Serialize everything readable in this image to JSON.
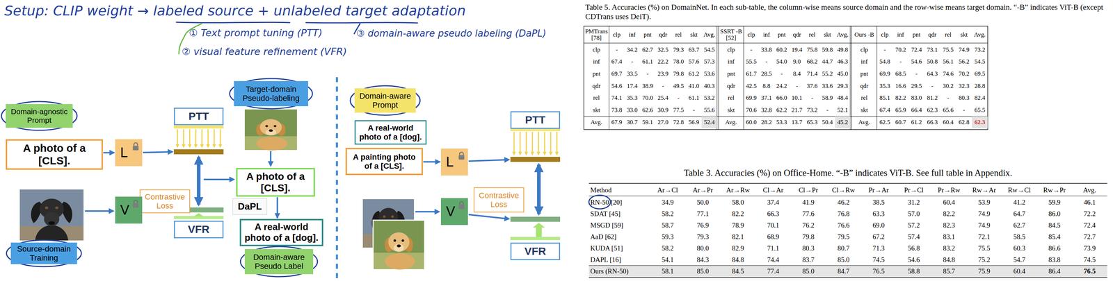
{
  "diagram": {
    "title": "Setup: CLIP weight → labeled source + unlabeled target adaptation",
    "nodes": [
      {
        "text": [
          "Domain-agnostic Prompt"
        ]
      },
      {
        "text": [
          "A photo of a [CLS]."
        ]
      },
      {
        "text": [
          "L"
        ]
      },
      {
        "text": [
          "PTT"
        ]
      },
      {
        "text": [
          "Contrastive Loss"
        ]
      },
      {
        "text": [
          "V"
        ]
      },
      {
        "text": [
          "VFR"
        ]
      },
      {
        "text": [
          "Source-domain Training"
        ]
      },
      {
        "text": [
          "Target-domain Pseudo-labeling"
        ]
      },
      {
        "text": [
          "A photo of a [CLS]."
        ]
      },
      {
        "text": [
          "DaPL"
        ]
      },
      {
        "text": [
          "A real-world photo of a [dog]."
        ]
      },
      {
        "text": [
          "Domain-aware Pseudo Label"
        ]
      },
      {
        "text": [
          "Domain-aware Prompt"
        ]
      },
      {
        "text": [
          "A real-world photo of a [dog]."
        ]
      },
      {
        "text": [
          "A painting photo of a [CLS]."
        ]
      },
      {
        "text": [
          "L"
        ]
      },
      {
        "text": [
          "PTT"
        ]
      },
      {
        "text": [
          "Contrastive Loss"
        ]
      },
      {
        "text": [
          "V"
        ]
      },
      {
        "text": [
          "VFR"
        ]
      }
    ],
    "edges": [
      {
        "from": 1,
        "to": 2,
        "arrow": "to"
      },
      {
        "from": 9,
        "to": 11,
        "arrow": "to"
      },
      {
        "from": 15,
        "to": 16,
        "arrow": "to"
      }
    ],
    "labels": [
      "① Text prompt tuning (PTT)",
      "② visual feature refinement (VFR)",
      "③ domain-aware pseudo labeling (DaPL)",
      "Table 5. Accuracies (%) on DomainNet. In each sub-table, the column-wise means source domain and the row-wise means target domain. “-B” indicates ViT-B (except CDTrans uses DeiT).",
      "PMTrans [78]",
      "clp",
      "inf",
      "pnt",
      "qdr",
      "rel",
      "skt",
      "Avg.",
      "clp",
      "-",
      "34.2",
      "62.7",
      "32.5",
      "79.3",
      "63.7",
      "54.5",
      "inf",
      "67.4",
      "-",
      "61.1",
      "22.2",
      "78.0",
      "57.6",
      "57.3",
      "pnt",
      "69.7",
      "33.5",
      "-",
      "23.9",
      "79.8",
      "61.2",
      "53.6",
      "qdr",
      "54.6",
      "17.4",
      "38.9",
      "-",
      "49.5",
      "41.0",
      "40.3",
      "rel",
      "74.1",
      "35.3",
      "70.0",
      "25.4",
      "-",
      "61.1",
      "53.2",
      "skt",
      "73.8",
      "33.0",
      "62.6",
      "30.9",
      "77.5",
      "-",
      "55.6",
      "Avg.",
      "67.9",
      "30.7",
      "59.1",
      "27.0",
      "72.8",
      "56.9",
      "52.4",
      "SSRT -B [52]",
      "clp",
      "inf",
      "pnt",
      "qdr",
      "rel",
      "skt",
      "Avg.",
      "clp",
      "-",
      "33.8",
      "60.2",
      "19.4",
      "75.8",
      "59.8",
      "49.8",
      "inf",
      "55.5",
      "-",
      "54.0",
      "9.0",
      "68.2",
      "44.7",
      "46.3",
      "pnt",
      "61.7",
      "28.5",
      "-",
      "8.4",
      "71.4",
      "55.2",
      "45.0",
      "qdr",
      "42.5",
      "8.8",
      "24.2",
      "-",
      "37.6",
      "33.6",
      "29.3",
      "rel",
      "69.9",
      "37.1",
      "66.0",
      "10.1",
      "-",
      "58.9",
      "48.4",
      "skt",
      "70.6",
      "32.8",
      "62.2",
      "21.7",
      "73.2",
      "-",
      "52.1",
      "Avg.",
      "60.0",
      "28.2",
      "53.3",
      "13.7",
      "65.3",
      "50.4",
      "45.2",
      "Ours -B",
      "clp",
      "inf",
      "pnt",
      "qdr",
      "rel",
      "skt",
      "Avg.",
      "clp",
      "-",
      "70.2",
      "72.4",
      "73.1",
      "75.5",
      "74.9",
      "73.2",
      "inf",
      "54.8",
      "-",
      "54.6",
      "50.8",
      "56.1",
      "56.2",
      "54.5",
      "pnt",
      "69.9",
      "68.5",
      "-",
      "64.3",
      "74.6",
      "70.2",
      "69.5",
      "qdr",
      "35.3",
      "16.6",
      "29.5",
      "-",
      "30.2",
      "32.3",
      "28.8",
      "rel",
      "85.1",
      "82.2",
      "83.0",
      "81.2",
      "-",
      "80.3",
      "82.4",
      "skt",
      "67.4",
      "65.9",
      "66.4",
      "62.3",
      "65.6",
      "-",
      "65.5",
      "Avg.",
      "62.5",
      "60.7",
      "61.2",
      "66.3",
      "60.4",
      "62.8",
      "62.3",
      "Table 3. Accuracies (%) on Office-Home. “-B” indicates ViT-B. See full table in Appendix.",
      "Method",
      "Ar→Cl",
      "Ar→Pr",
      "Ar→Rw",
      "Cl→Ar",
      "Cl→Pr",
      "Cl→Rw",
      "Pr→Ar",
      "Pr→Cl",
      "Pr→Rw",
      "Rw→Ar",
      "Rw→Cl",
      "Rw→Pr",
      "Avg.",
      "RN-50 [20]",
      "34.9",
      "50.0",
      "58.0",
      "37.4",
      "41.9",
      "46.2",
      "38.5",
      "31.2",
      "60.4",
      "53.9",
      "41.2",
      "59.9",
      "46.1",
      "SDAT [45]",
      "58.2",
      "77.1",
      "82.2",
      "66.3",
      "77.6",
      "76.8",
      "63.3",
      "57.0",
      "82.2",
      "74.9",
      "64.7",
      "86.0",
      "72.2",
      "MSGD [59]",
      "58.7",
      "76.9",
      "78.9",
      "70.1",
      "76.2",
      "76.6",
      "69.0",
      "57.2",
      "82.3",
      "74.9",
      "62.7",
      "84.5",
      "72.4",
      "AaD [62]",
      "59.3",
      "79.3",
      "82.1",
      "68.9",
      "79.8",
      "79.5",
      "67.2",
      "57.4",
      "83.1",
      "72.1",
      "58.5",
      "85.4",
      "72.7",
      "KUDA [51]",
      "58.2",
      "80.0",
      "82.9",
      "71.1",
      "80.3",
      "80.7",
      "71.3",
      "56.8",
      "83.2",
      "75.5",
      "60.3",
      "86.6",
      "73.9",
      "DAPL [16]",
      "54.1",
      "84.3",
      "84.8",
      "74.4",
      "83.7",
      "85.0",
      "74.5",
      "54.6",
      "84.8",
      "75.2",
      "54.7",
      "83.8",
      "74.5",
      "Ours (RN-50)",
      "58.1",
      "85.0",
      "84.5",
      "77.4",
      "85.0",
      "84.7",
      "76.5",
      "58.8",
      "85.7",
      "75.9",
      "60.4",
      "86.4",
      "76.5"
    ]
  }
}
